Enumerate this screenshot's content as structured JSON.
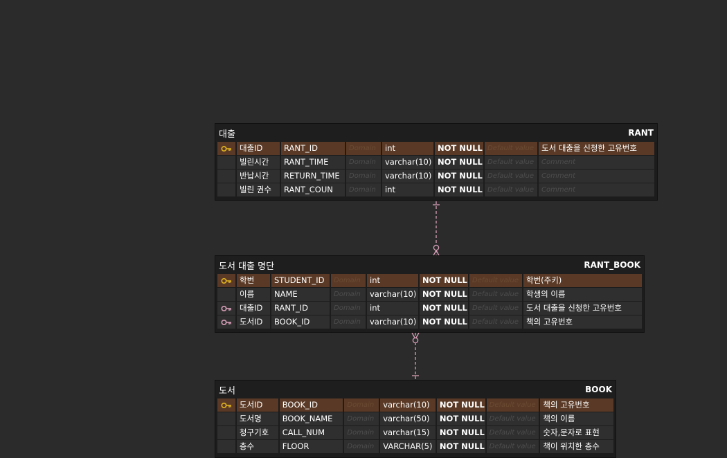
{
  "tables": {
    "rant": {
      "logical": "대출",
      "physical": "RANT",
      "columns": [
        {
          "key": "pk",
          "logical": "대출ID",
          "physical": "RANT_ID",
          "domain": "Domain",
          "type": "int",
          "nullable": "NOT NULL",
          "default": "Default value",
          "comment": "도서 대출을 신청한 고유번호"
        },
        {
          "key": "",
          "logical": "빌린시간",
          "physical": "RANT_TIME",
          "domain": "Domain",
          "type": "varchar(10)",
          "nullable": "NOT NULL",
          "default": "Default value",
          "comment": "Comment"
        },
        {
          "key": "",
          "logical": "반납시간",
          "physical": "RETURN_TIME",
          "domain": "Domain",
          "type": "varchar(10)",
          "nullable": "NOT NULL",
          "default": "Default value",
          "comment": "Comment"
        },
        {
          "key": "",
          "logical": "빌린 권수",
          "physical": "RANT_COUN",
          "domain": "Domain",
          "type": "int",
          "nullable": "NOT NULL",
          "default": "Default value",
          "comment": "Comment"
        }
      ]
    },
    "rant_book": {
      "logical": "도서 대출 명단",
      "physical": "RANT_BOOK",
      "columns": [
        {
          "key": "pk",
          "logical": "학번",
          "physical": "STUDENT_ID",
          "domain": "Domain",
          "type": "int",
          "nullable": "NOT NULL",
          "default": "Default value",
          "comment": "학번(주키)"
        },
        {
          "key": "",
          "logical": "이름",
          "physical": "NAME",
          "domain": "Domain",
          "type": "varchar(10)",
          "nullable": "NOT NULL",
          "default": "Default value",
          "comment": "학생의 이름"
        },
        {
          "key": "fk",
          "logical": "대출ID",
          "physical": "RANT_ID",
          "domain": "Domain",
          "type": "int",
          "nullable": "NOT NULL",
          "default": "Default value",
          "comment": "도서 대출을 신청한 고유번호"
        },
        {
          "key": "fk",
          "logical": "도서ID",
          "physical": "BOOK_ID",
          "domain": "Domain",
          "type": "varchar(10)",
          "nullable": "NOT NULL",
          "default": "Default value",
          "comment": "책의 고유번호"
        }
      ]
    },
    "book": {
      "logical": "도서",
      "physical": "BOOK",
      "columns": [
        {
          "key": "pk",
          "logical": "도서ID",
          "physical": "BOOK_ID",
          "domain": "Domain",
          "type": "varchar(10)",
          "nullable": "NOT NULL",
          "default": "Default value",
          "comment": "책의 고유번호"
        },
        {
          "key": "",
          "logical": "도서명",
          "physical": "BOOK_NAME",
          "domain": "Domain",
          "type": "varchar(50)",
          "nullable": "NOT NULL",
          "default": "Default value",
          "comment": "책의 이름"
        },
        {
          "key": "",
          "logical": "청구기호",
          "physical": "CALL_NUM",
          "domain": "Domain",
          "type": "varchar(15)",
          "nullable": "NOT NULL",
          "default": "Default value",
          "comment": "숫자,문자로 표현"
        },
        {
          "key": "",
          "logical": "층수",
          "physical": "FLOOR",
          "domain": "Domain",
          "type": "VARCHAR(5)",
          "nullable": "NOT NULL",
          "default": "Default value",
          "comment": "책이 위치한 층수"
        }
      ]
    }
  },
  "colors": {
    "background": "#2b2b2b",
    "pk_row": "#5a3a26",
    "pk_key": "#e0b422",
    "fk_key": "#d8a0b8",
    "relationship_line": "#d8a0b8"
  }
}
